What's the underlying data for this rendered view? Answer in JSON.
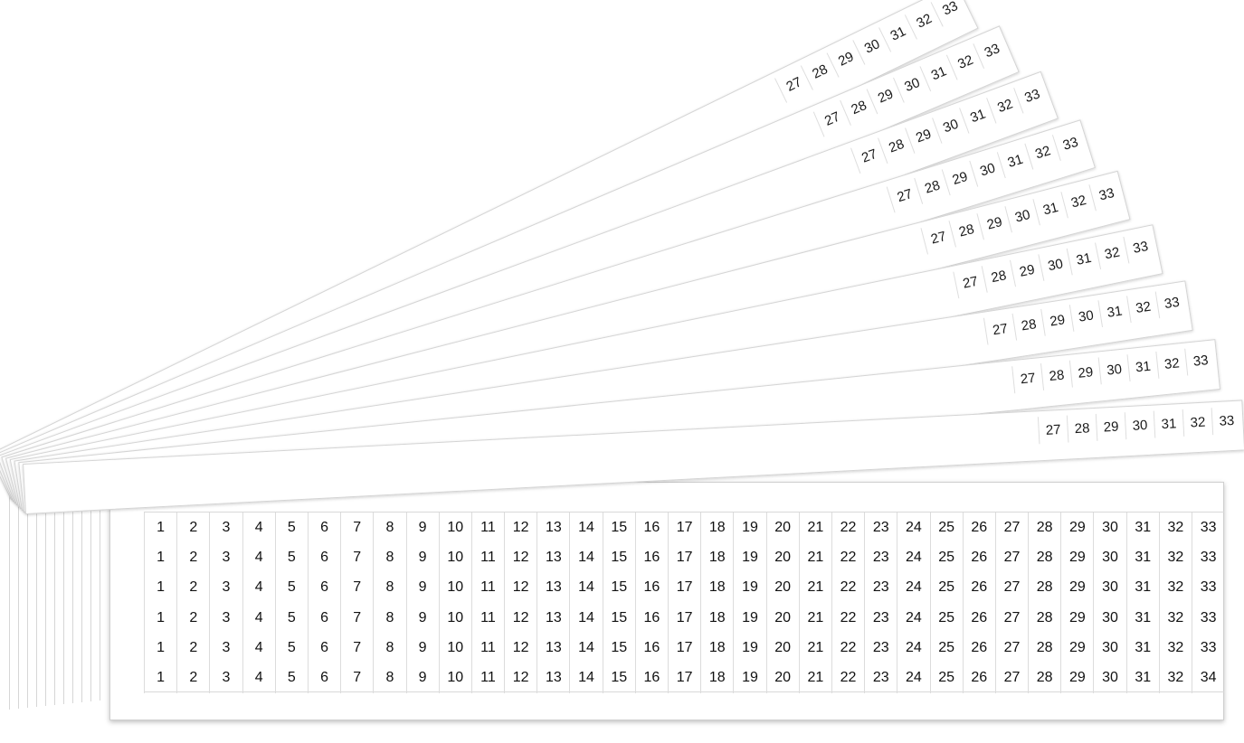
{
  "marker_card": {
    "rows": [
      [
        "1",
        "2",
        "3",
        "4",
        "5",
        "6",
        "7",
        "8",
        "9",
        "10",
        "11",
        "12",
        "13",
        "14",
        "15",
        "16",
        "17",
        "18",
        "19",
        "20",
        "21",
        "22",
        "23",
        "24",
        "25",
        "26",
        "27",
        "28",
        "29",
        "30",
        "31",
        "32",
        "33"
      ],
      [
        "1",
        "2",
        "3",
        "4",
        "5",
        "6",
        "7",
        "8",
        "9",
        "10",
        "11",
        "12",
        "13",
        "14",
        "15",
        "16",
        "17",
        "18",
        "19",
        "20",
        "21",
        "22",
        "23",
        "24",
        "25",
        "26",
        "27",
        "28",
        "29",
        "30",
        "31",
        "32",
        "33"
      ],
      [
        "1",
        "2",
        "3",
        "4",
        "5",
        "6",
        "7",
        "8",
        "9",
        "10",
        "11",
        "12",
        "13",
        "14",
        "15",
        "16",
        "17",
        "18",
        "19",
        "20",
        "21",
        "22",
        "23",
        "24",
        "25",
        "26",
        "27",
        "28",
        "29",
        "30",
        "31",
        "32",
        "33"
      ],
      [
        "1",
        "2",
        "3",
        "4",
        "5",
        "6",
        "7",
        "8",
        "9",
        "10",
        "11",
        "12",
        "13",
        "14",
        "15",
        "16",
        "17",
        "18",
        "19",
        "20",
        "21",
        "22",
        "23",
        "24",
        "25",
        "26",
        "27",
        "28",
        "29",
        "30",
        "31",
        "32",
        "33"
      ],
      [
        "1",
        "2",
        "3",
        "4",
        "5",
        "6",
        "7",
        "8",
        "9",
        "10",
        "11",
        "12",
        "13",
        "14",
        "15",
        "16",
        "17",
        "18",
        "19",
        "20",
        "21",
        "22",
        "23",
        "24",
        "25",
        "26",
        "27",
        "28",
        "29",
        "30",
        "31",
        "32",
        "33"
      ],
      [
        "1",
        "2",
        "3",
        "4",
        "5",
        "6",
        "7",
        "8",
        "9",
        "10",
        "11",
        "12",
        "13",
        "14",
        "15",
        "16",
        "17",
        "18",
        "19",
        "20",
        "21",
        "22",
        "23",
        "24",
        "25",
        "26",
        "27",
        "28",
        "29",
        "30",
        "31",
        "32",
        "34"
      ]
    ]
  },
  "fanned_strips": [
    {
      "numbers": [
        "27",
        "28",
        "29",
        "30",
        "31",
        "32",
        "33"
      ]
    },
    {
      "numbers": [
        "27",
        "28",
        "29",
        "30",
        "31",
        "32",
        "33"
      ]
    },
    {
      "numbers": [
        "27",
        "28",
        "29",
        "30",
        "31",
        "32",
        "33"
      ]
    },
    {
      "numbers": [
        "27",
        "28",
        "29",
        "30",
        "31",
        "32",
        "33"
      ]
    },
    {
      "numbers": [
        "27",
        "28",
        "29",
        "30",
        "31",
        "32",
        "33"
      ]
    },
    {
      "numbers": [
        "27",
        "28",
        "29",
        "30",
        "31",
        "32",
        "33"
      ]
    },
    {
      "numbers": [
        "27",
        "28",
        "29",
        "30",
        "31",
        "32",
        "33"
      ]
    },
    {
      "numbers": [
        "27",
        "28",
        "29",
        "30",
        "31",
        "32",
        "33"
      ]
    },
    {
      "numbers": [
        "27",
        "28",
        "29",
        "30",
        "31",
        "32",
        "33"
      ]
    }
  ],
  "colors": {
    "card": "#ffffff",
    "text": "#111111",
    "grid_line": "#dcdcdc"
  }
}
